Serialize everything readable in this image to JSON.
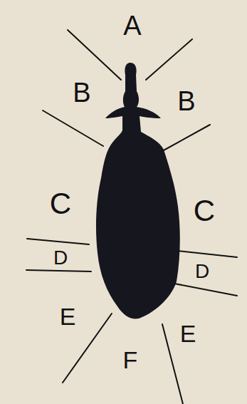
{
  "diagram": {
    "labels": [
      "A",
      "B",
      "B",
      "C",
      "C",
      "D",
      "D",
      "E",
      "E",
      "F"
    ]
  }
}
